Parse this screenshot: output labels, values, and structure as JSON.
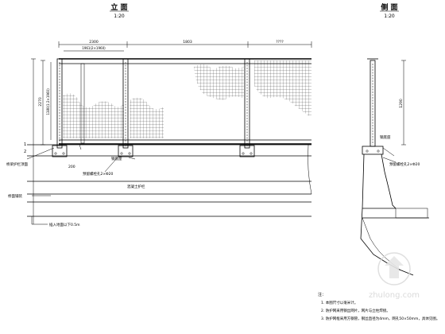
{
  "front_view": {
    "title": "立 面",
    "scale": "1:20",
    "dim_top_left": "2300",
    "dim_top_mid": "1803",
    "dim_top_right": "????",
    "dim_post_spacing": "1961(2×1960)",
    "dim_height_outer": "2270",
    "dim_height_inner": "1380(1:2×1960)",
    "dim_base": "200",
    "label_base_plate": "钢底座",
    "label_anchor": "预留螺栓孔2×Φ20",
    "label_barrier": "混凝土护栏",
    "label_left_top": "桥梁护栏顶面",
    "label_left_mid": "桥面铺装",
    "label_bottom": "插入地面以下0.5m",
    "pt_1": "1",
    "pt_2": "2"
  },
  "side_view": {
    "title": "侧 面",
    "scale": "1:20",
    "dim_height": "1290",
    "label_base": "钢底座",
    "label_anchor": "预留螺栓孔2×Φ20"
  },
  "notes": {
    "heading": "注：",
    "items": [
      "1. 本图尺寸以毫米计。",
      "2. 防护网采用钢丝网片，网片与立柱焊接。",
      "3. 防护网框采用方钢管，钢丝直径为4mm，网孔50×50mm，具体见图。"
    ]
  },
  "watermark": "zhulong.com"
}
